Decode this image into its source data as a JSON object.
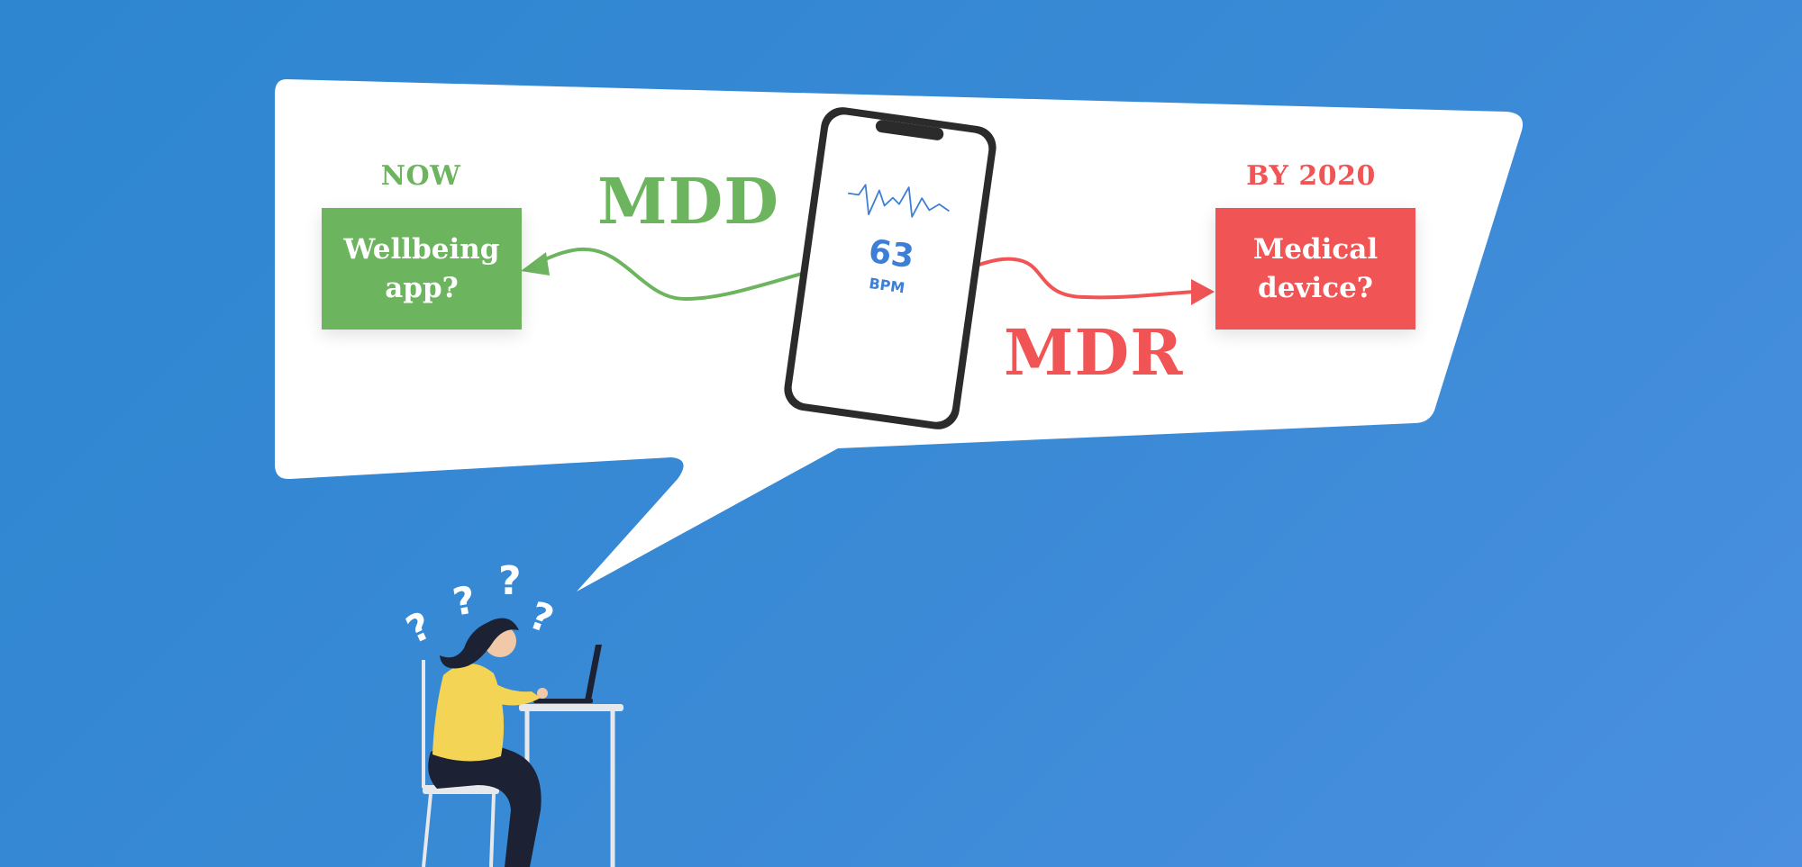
{
  "colors": {
    "background": "#3389d4",
    "bubble": "#ffffff",
    "green": "#6db45e",
    "red": "#f05454",
    "phone_accent": "#3d7fd6",
    "question_marks": "#ffffff",
    "shirt": "#f3d454",
    "pants": "#1c2233",
    "hair": "#1c2233",
    "furniture": "#e6e8ec"
  },
  "left": {
    "caption": "NOW",
    "box_text_line1": "Wellbeing",
    "box_text_line2": "app?",
    "arrow_label": "MDD"
  },
  "right": {
    "caption": "BY 2020",
    "box_text_line1": "Medical",
    "box_text_line2": "device?",
    "arrow_label": "MDR"
  },
  "phone": {
    "bpm_value": "63",
    "bpm_unit": "BPM",
    "icon": "smartphone-heart-rate-icon"
  },
  "question_marks": [
    "?",
    "?",
    "?",
    "?"
  ],
  "person_icon": "confused-person-at-laptop-icon"
}
